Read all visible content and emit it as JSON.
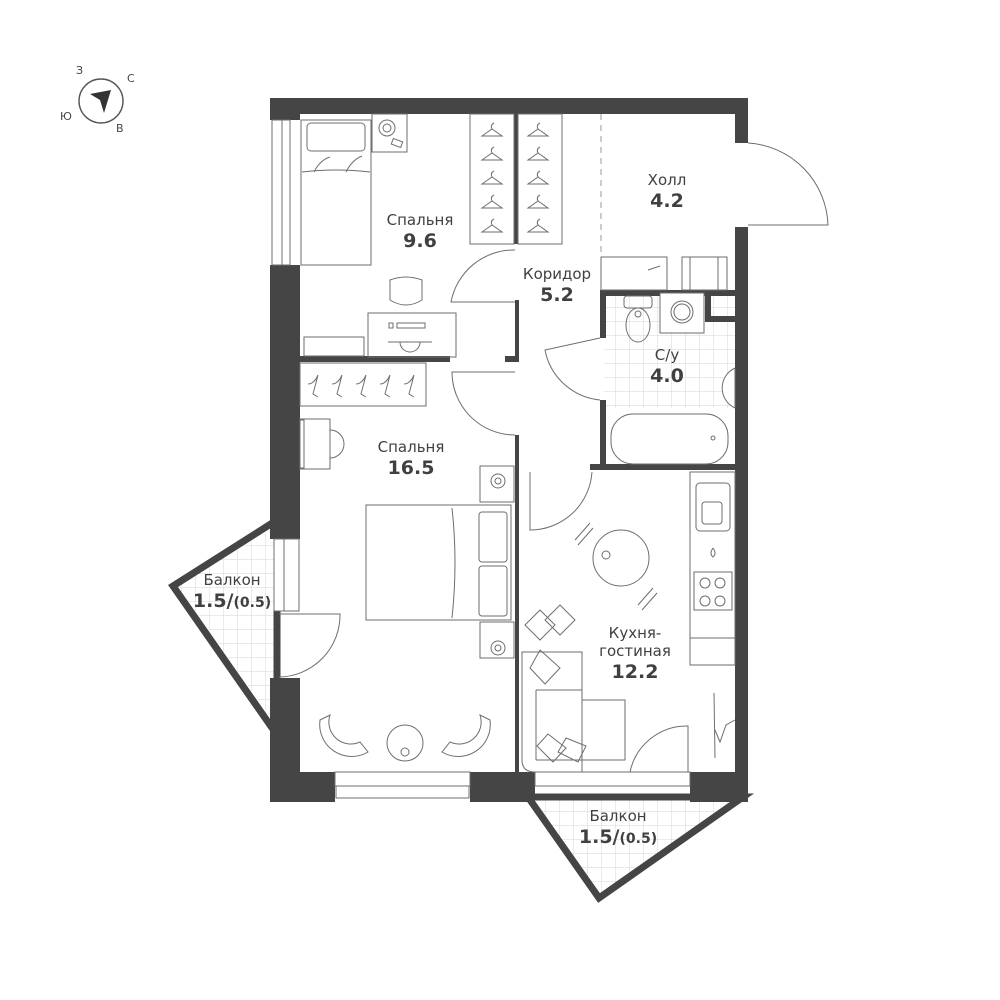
{
  "compass": {
    "north": "С",
    "west": "З",
    "south": "Ю",
    "east": "В"
  },
  "rooms": [
    {
      "id": "bedroom-small",
      "name": "Спальня",
      "area": "9.6"
    },
    {
      "id": "hall",
      "name": "Холл",
      "area": "4.2"
    },
    {
      "id": "corridor",
      "name": "Коридор",
      "area": "5.2"
    },
    {
      "id": "bathroom",
      "name": "С/у",
      "area": "4.0"
    },
    {
      "id": "bedroom-large",
      "name": "Спальня",
      "area": "16.5"
    },
    {
      "id": "balcony-left",
      "name": "Балкон",
      "area": "1.5/",
      "area_reduced": "(0.5)"
    },
    {
      "id": "kitchen-living",
      "name_line1": "Кухня-",
      "name_line2": "гостиная",
      "area": "12.2"
    },
    {
      "id": "balcony-bottom",
      "name": "Балкон",
      "area": "1.5/",
      "area_reduced": "(0.5)"
    }
  ],
  "colors": {
    "wall": "#454545",
    "line": "#6e6e6e",
    "text": "#404040",
    "tile": "#dcdcdc"
  }
}
